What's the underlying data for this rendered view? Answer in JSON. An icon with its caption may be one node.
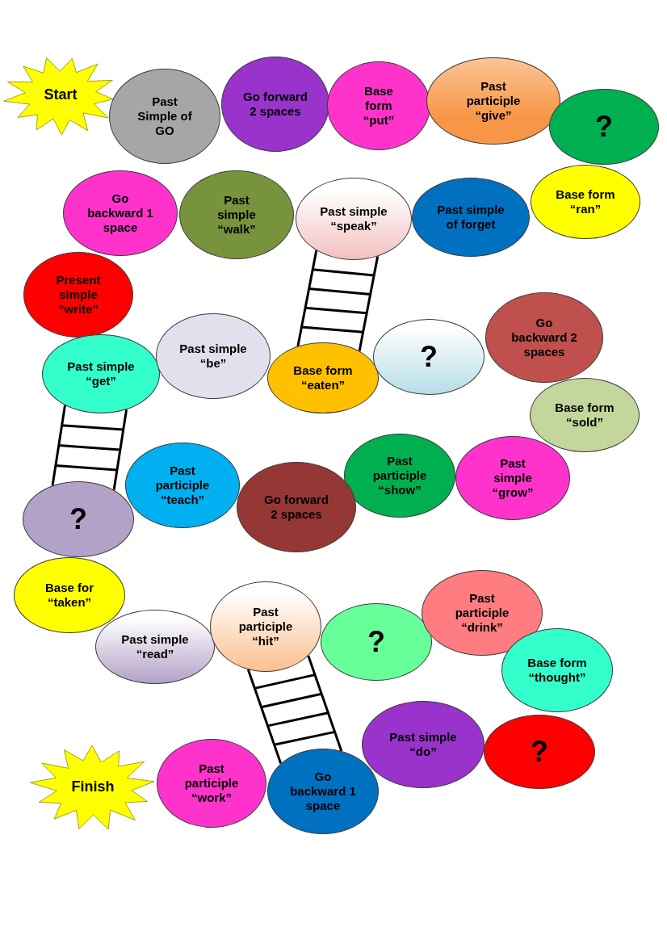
{
  "diagram": {
    "nodes": [
      {
        "text": [
          "Start"
        ]
      },
      {
        "text": [
          "Past Simple of GO"
        ]
      },
      {
        "text": [
          "Go forward 2 spaces"
        ]
      },
      {
        "text": [
          "Base form “put”"
        ]
      },
      {
        "text": [
          "Past participle “give”"
        ]
      },
      {
        "text": [
          "?"
        ]
      },
      {
        "text": [
          "Base form “ran”"
        ]
      },
      {
        "text": [
          "Past simple of forget"
        ]
      },
      {
        "text": [
          "Past simple “speak”"
        ]
      },
      {
        "text": [
          "Past simple “walk”"
        ]
      },
      {
        "text": [
          "Go backward 1 space"
        ]
      },
      {
        "text": [
          "Present simple “write”"
        ]
      },
      {
        "text": [
          "Past simple “get”"
        ]
      },
      {
        "text": [
          "Past simple “be”"
        ]
      },
      {
        "text": [
          "Base form “eaten”"
        ]
      },
      {
        "text": [
          "?"
        ]
      },
      {
        "text": [
          "Go backward 2 spaces"
        ]
      },
      {
        "text": [
          "Base form “sold”"
        ]
      },
      {
        "text": [
          "Past simple “grow”"
        ]
      },
      {
        "text": [
          "Past participle “show”"
        ]
      },
      {
        "text": [
          "Go forward 2 spaces"
        ]
      },
      {
        "text": [
          "Past participle “teach”"
        ]
      },
      {
        "text": [
          "?"
        ]
      },
      {
        "text": [
          "Base for “taken”"
        ]
      },
      {
        "text": [
          "Past simple “read”"
        ]
      },
      {
        "text": [
          "Past participle “hit”"
        ]
      },
      {
        "text": [
          "?"
        ]
      },
      {
        "text": [
          "Past participle “drink”"
        ]
      },
      {
        "text": [
          "Base form “thought”"
        ]
      },
      {
        "text": [
          "?"
        ]
      },
      {
        "text": [
          "Past simple “do”"
        ]
      },
      {
        "text": [
          "Go backward 1 space"
        ]
      },
      {
        "text": [
          "Past participle “work”"
        ]
      },
      {
        "text": [
          "Finish"
        ]
      }
    ],
    "edges": [
      {
        "from": 8,
        "to": 14,
        "arrow": "none"
      },
      {
        "from": 12,
        "to": 22,
        "arrow": "none"
      },
      {
        "from": 25,
        "to": 31,
        "arrow": "none"
      }
    ]
  }
}
